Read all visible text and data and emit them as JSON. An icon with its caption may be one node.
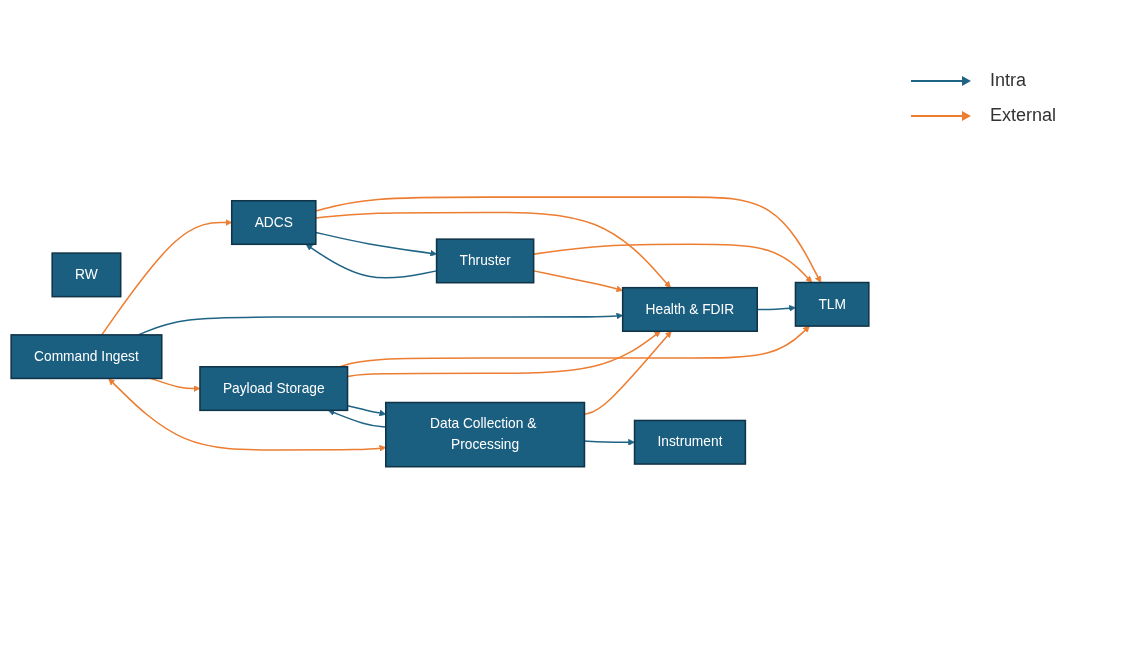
{
  "diagram": {
    "nodes": [
      {
        "text": [
          "RW"
        ]
      },
      {
        "text": [
          "ADCS"
        ]
      },
      {
        "text": [
          "TLM"
        ]
      },
      {
        "text": [
          "Health & FDIR"
        ]
      },
      {
        "text": [
          "Thruster"
        ]
      },
      {
        "text": [
          "Command Ingest"
        ]
      },
      {
        "text": [
          "Payload Storage"
        ]
      },
      {
        "text": [
          "Data Collection & Processing"
        ]
      },
      {
        "text": [
          "Instrument"
        ]
      }
    ],
    "edges": [
      {
        "from": 1,
        "to": 2,
        "arrow": "to"
      },
      {
        "from": 3,
        "to": 2,
        "arrow": "to",
        "color": "#1f6485"
      },
      {
        "from": 1,
        "to": 3,
        "arrow": "to"
      },
      {
        "from": 4,
        "to": 1,
        "arrow": "to",
        "color": "#1f6485"
      },
      {
        "from": 1,
        "to": 4,
        "arrow": "to",
        "color": "#1f6485"
      },
      {
        "from": 4,
        "to": 2,
        "arrow": "to"
      },
      {
        "from": 4,
        "to": 3,
        "arrow": "to"
      },
      {
        "from": 5,
        "to": 1,
        "arrow": "to"
      },
      {
        "from": 5,
        "to": 3,
        "arrow": "to",
        "color": "#1f6485"
      },
      {
        "from": 6,
        "to": 2,
        "arrow": "to"
      },
      {
        "from": 6,
        "to": 3,
        "arrow": "to"
      },
      {
        "from": 7,
        "to": 3,
        "arrow": "to"
      },
      {
        "from": 5,
        "to": 6,
        "arrow": "to"
      },
      {
        "from": 5,
        "to": 7,
        "arrow": "both"
      },
      {
        "from": 7,
        "to": 6,
        "arrow": "to",
        "color": "#1f6485"
      },
      {
        "from": 6,
        "to": 7,
        "arrow": "to",
        "color": "#1f6485"
      },
      {
        "from": 7,
        "to": 8,
        "arrow": "to",
        "color": "#1f6485"
      }
    ],
    "legend": [
      {
        "text": "Intra",
        "color": "#1f6485"
      },
      {
        "text": "External",
        "color": "#ed7d31"
      }
    ]
  }
}
